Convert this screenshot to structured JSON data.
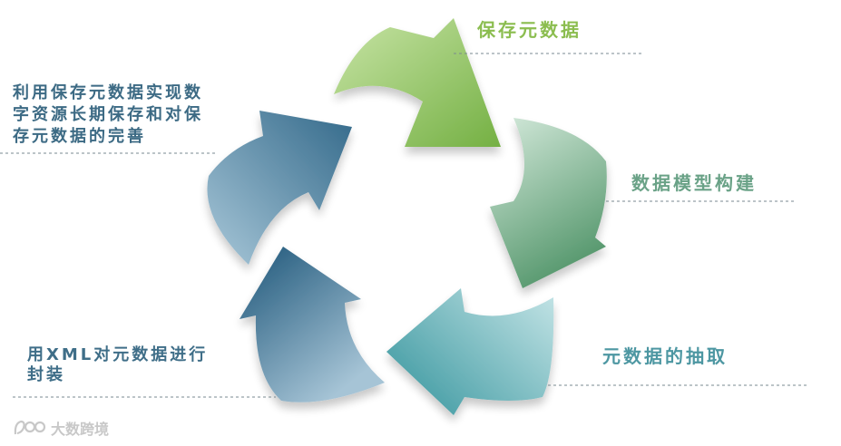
{
  "cycle": {
    "steps": [
      {
        "id": "store",
        "label": "保存元数据",
        "color_light": "#b9dc95",
        "color_dark": "#7ab648"
      },
      {
        "id": "model",
        "label": "数据模型构建",
        "color_light": "#c9e3d4",
        "color_dark": "#5e9e78"
      },
      {
        "id": "extract",
        "label": "元数据的抽取",
        "color_light": "#b6dde0",
        "color_dark": "#52a3a7"
      },
      {
        "id": "package",
        "label_lines": [
          "用XML对元数据进行",
          "封装"
        ],
        "color_light": "#9fc0d3",
        "color_dark": "#33698a"
      },
      {
        "id": "purpose",
        "label_lines": [
          "利用保存元数据实现数",
          "字资源长期保存和对保",
          "存元数据的完善"
        ],
        "color_light": "#a8c7d8",
        "color_dark": "#3b6f8d"
      }
    ]
  },
  "watermark": {
    "text": "大数跨境",
    "icon": "brand-logo-icon"
  },
  "colors": {
    "leader_line": "#7a8a90",
    "background": "#ffffff"
  }
}
